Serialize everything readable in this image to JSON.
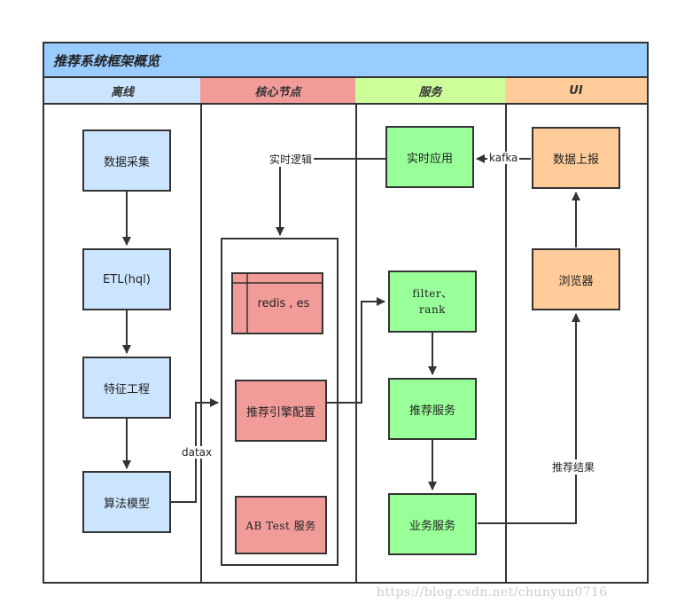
{
  "title": "推荐系统框架概览",
  "lanes": [
    {
      "label": "离线",
      "color": "#cce5ff"
    },
    {
      "label": "核心节点",
      "color": "#f19c99"
    },
    {
      "label": "服务",
      "color": "#ccff99"
    },
    {
      "label": "UI",
      "color": "#ffcc99"
    }
  ],
  "nodes": {
    "data_collection": "数据采集",
    "etl": "ETL(hql)",
    "feature_eng": "特征工程",
    "algo_model": "算法模型",
    "redis_es": "redis , es",
    "rec_engine_config": "推荐引擎配置",
    "ab_test": "AB Test 服务",
    "realtime_app": "实时应用",
    "filter_rank": "filter、\nrank",
    "rec_service": "推荐服务",
    "biz_service": "业务服务",
    "data_report": "数据上报",
    "browser": "浏览器"
  },
  "edge_labels": {
    "realtime_logic": "实时逻辑",
    "kafka": "kafka",
    "datax": "datax",
    "rec_result": "推荐结果"
  },
  "watermark": "https://blog.csdn.net/chunyun0716"
}
